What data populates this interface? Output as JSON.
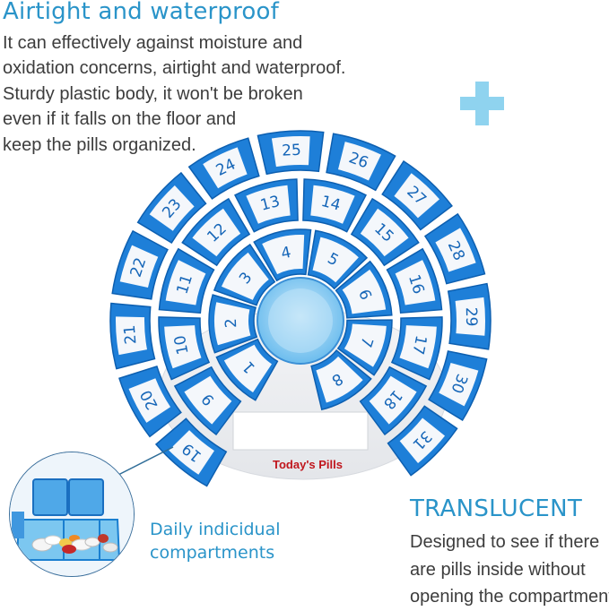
{
  "heading": {
    "title": "Airtight and waterproof",
    "lines": [
      "It can effectively against moisture and",
      "oxidation concerns, airtight and waterproof.",
      "Sturdy plastic body, it won't be broken",
      "even if it falls on the floor and",
      "keep the pills organized."
    ]
  },
  "product": {
    "base_label": "Today's Pills",
    "inner_ring": [
      "1",
      "2",
      "3",
      "4",
      "5",
      "6",
      "7",
      "8"
    ],
    "middle_ring": [
      "9",
      "10",
      "11",
      "12",
      "13",
      "14",
      "15",
      "16",
      "17",
      "18"
    ],
    "outer_ring": [
      "19",
      "20",
      "21",
      "22",
      "23",
      "24",
      "25",
      "26",
      "27",
      "28",
      "29",
      "30",
      "31"
    ]
  },
  "inset": {
    "caption_lines": [
      "Daily indicidual",
      "compartments"
    ]
  },
  "translucent": {
    "title": "TRANSLUCENT",
    "lines": [
      "Designed to see if there",
      "are pills inside without",
      "opening the compartment."
    ]
  },
  "colors": {
    "accent": "#2a94c9",
    "lid_blue": "#1e7fd8",
    "plus": "#8fd3ef",
    "text": "#3c3c3c"
  }
}
